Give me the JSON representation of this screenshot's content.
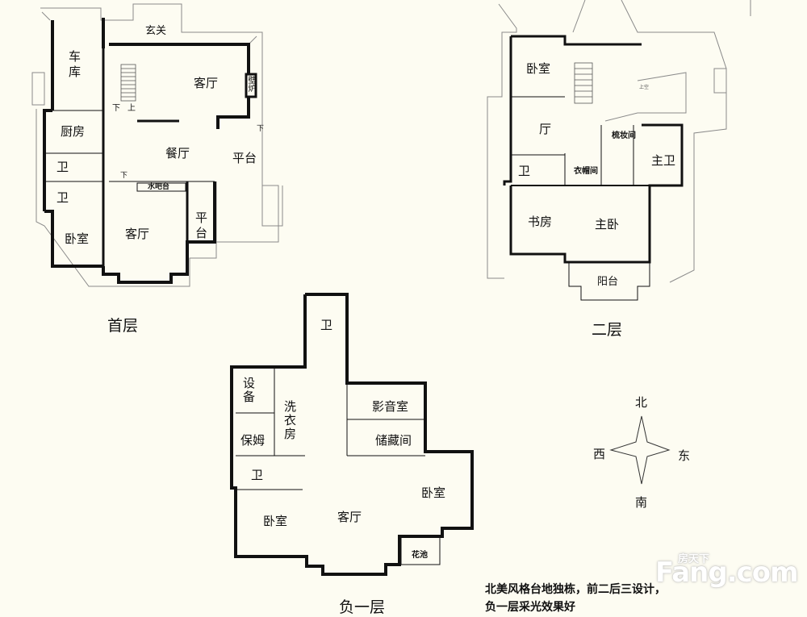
{
  "floors": {
    "ground": {
      "title": "首层",
      "rooms": {
        "foyer": "玄关",
        "garage": "车库",
        "living_north": "客厅",
        "fireplace": "壁炉",
        "kitchen": "厨房",
        "dining": "餐厅",
        "terrace_east": "平台",
        "bath_1": "卫",
        "bath_2": "卫",
        "water_bar": "水吧台",
        "bedroom": "卧室",
        "living_south": "客厅",
        "terrace_south": "平台"
      },
      "stair_marks": {
        "down": "下",
        "up": "上",
        "down_2": "下",
        "down_3": "下"
      }
    },
    "second": {
      "title": "二层",
      "rooms": {
        "bedroom": "卧室",
        "hall": "厅",
        "open_to_below": "上空",
        "dressing": "梳妆间",
        "master_bath": "主卫",
        "bath": "卫",
        "closet": "衣帽间",
        "study": "书房",
        "master_bedroom": "主卧",
        "balcony": "阳台"
      }
    },
    "basement": {
      "title": "负一层",
      "rooms": {
        "bath_top": "卫",
        "equipment": "设备",
        "laundry": "洗衣房",
        "nanny": "保姆",
        "theater": "影音室",
        "storage": "储藏间",
        "bath": "卫",
        "bedroom_east": "卧室",
        "bedroom_west": "卧室",
        "living": "客厅",
        "flower_bed": "花池"
      }
    }
  },
  "compass": {
    "north": "北",
    "south": "南",
    "east": "东",
    "west": "西"
  },
  "caption": {
    "line1": "北美风格台地独栋，前二后三设计，",
    "line2": "负一层采光效果好"
  },
  "watermark": {
    "brand_cn": "房天下",
    "brand_en": "Fang.com"
  },
  "colors": {
    "background": "#fdfcf2",
    "wall": "#111111",
    "outline": "#8a8a8a"
  }
}
